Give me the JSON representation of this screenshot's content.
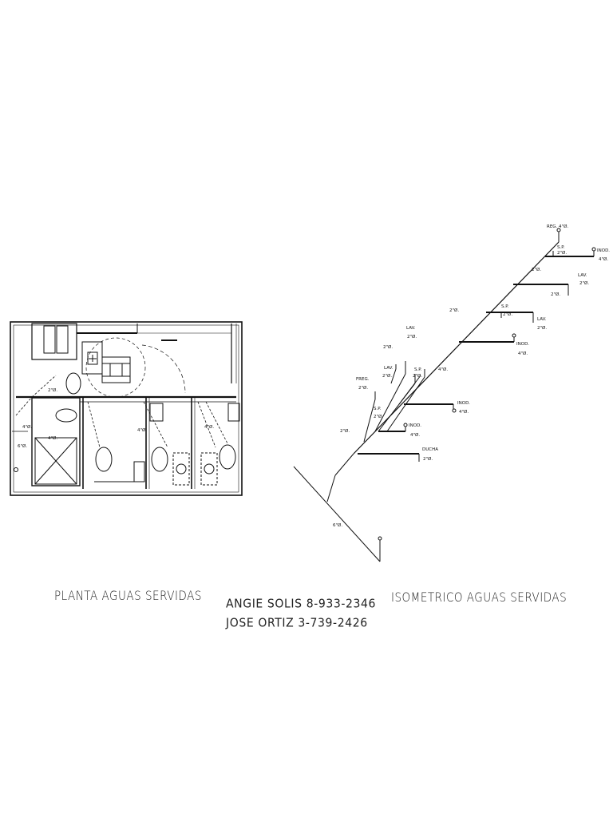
{
  "titles": {
    "plan": "PLANTA AGUAS SERVIDAS",
    "isometric": "ISOMETRICO AGUAS SERVIDAS"
  },
  "authors": [
    "ANGIE SOLIS 8-933-2346",
    "JOSE ORTIZ 3-739-2426"
  ],
  "plan_labels": {
    "pipe_4in_a": "4\"Ø.",
    "pipe_6in": "6\"Ø.",
    "pipe_2in_a": "2\"Ø.",
    "pipe_4in_b": "4\"Ø.",
    "pipe_4in_c": "4\"Ø.",
    "pipe_4in_d": "4\"Ø."
  },
  "iso_labels": {
    "reg": "REG. 4\"Ø.",
    "sp_top": "S.P.",
    "sp_top_d": "2\"Ø.",
    "indo_top": "INOD.",
    "indo_top_d": "4\"Ø.",
    "d_2in_top": "2\"Ø.",
    "lav_r1": "LAV.",
    "lav_r1_d": "2\"Ø.",
    "d_2in_r1": "2\"Ø.",
    "d_2in_mid": "2\"Ø.",
    "sp_mid": "S.P.",
    "sp_mid_d": "2\"Ø.",
    "lav_r2": "LAV.",
    "lav_r2_d": "2\"Ø.",
    "indo_r2": "INOD.",
    "indo_r2_d": "4\"Ø.",
    "lav_l1": "LAV.",
    "lav_l1_d": "2\"Ø.",
    "d_2in_l1": "2\"Ø.",
    "lav_l2": "LAV.",
    "lav_l2_d": "2\"Ø.",
    "freg": "FREG.",
    "freg_d": "2\"Ø.",
    "sp_l": "S.P.",
    "sp_l_d": "2\"Ø.",
    "d_4in_main": "4\"Ø.",
    "sp_l2": "S.P.",
    "sp_l2_d": "2\"Ø.",
    "indo_mid": "INOD.",
    "indo_mid_d": "4\"Ø.",
    "indo_low": "INOD.",
    "indo_low_d": "4\"Ø.",
    "d_2in_low": "2\"Ø.",
    "ducha": "DUCHA",
    "ducha_d": "2\"Ø.",
    "d_6in": "6\"Ø."
  }
}
